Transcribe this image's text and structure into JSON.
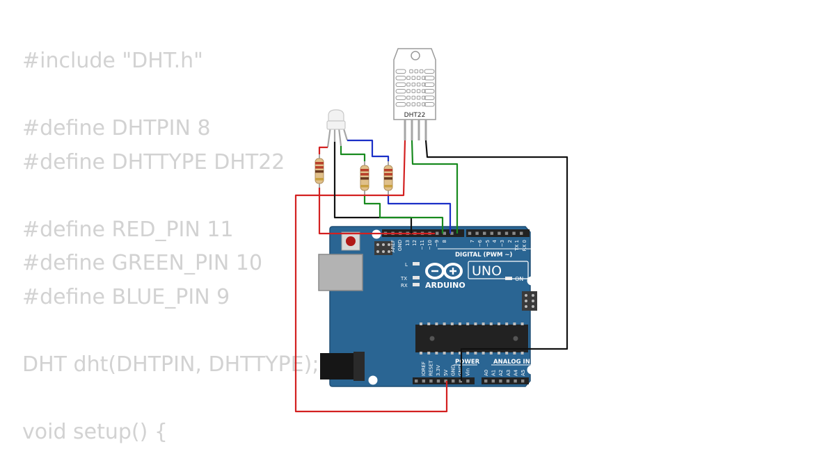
{
  "code_lines": [
    "#include \"DHT.h\"",
    "",
    "#define DHTPIN 8",
    "#define DHTTYPE DHT22",
    "",
    "#define RED_PIN 11",
    "#define GREEN_PIN 10",
    "#define BLUE_PIN 9",
    "",
    "DHT dht(DHTPIN, DHTTYPE);",
    "",
    "void setup() {"
  ],
  "sensor": {
    "label": "DHT22"
  },
  "board": {
    "logo_text": "ARDUINO",
    "model": "UNO",
    "digital_label": "DIGITAL (PWM ~)",
    "power_label": "POWER",
    "analog_label": "ANALOG IN",
    "on_label": "ON",
    "l_label": "L",
    "tx_label": "TX",
    "rx_label": "RX",
    "top_header_pins": [
      "AREF",
      "GND",
      "13",
      "12",
      "~11",
      "~10",
      "~9",
      "8",
      "7",
      "~6",
      "~5",
      "4",
      "~3",
      "2",
      "TX 1",
      "RX 0"
    ],
    "power_pins": [
      "IOREF",
      "RESET",
      "3.3V",
      "5V",
      "GND",
      "GND",
      "Vin"
    ],
    "analog_pins": [
      "A0",
      "A1",
      "A2",
      "A3",
      "A4",
      "A5"
    ]
  },
  "colors": {
    "board": "#2a6593",
    "board_edge": "#1f4f75",
    "wire_red": "#d32020",
    "wire_black": "#111111",
    "wire_green": "#178a1e",
    "wire_blue": "#1a2fc7",
    "code_text": "#d2d2d2"
  }
}
